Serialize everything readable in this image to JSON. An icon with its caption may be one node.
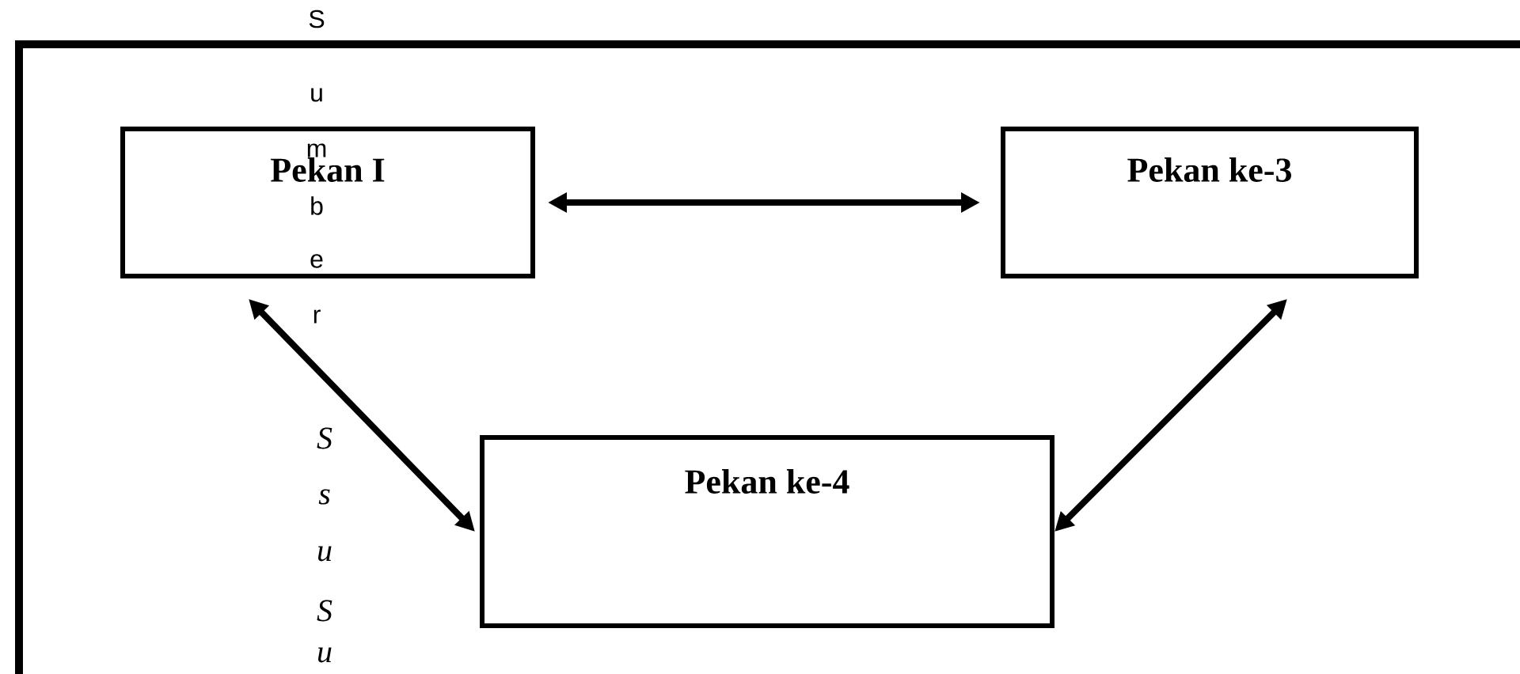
{
  "diagram": {
    "nodes": [
      {
        "text": [
          "Pekan I"
        ]
      },
      {
        "text": [
          "Pekan ke-3"
        ]
      },
      {
        "text": [
          "Pekan ke-4"
        ]
      }
    ],
    "edges": [
      {
        "from": 0,
        "to": 1,
        "arrow": "both"
      },
      {
        "from": 0,
        "to": 2,
        "arrow": "both"
      },
      {
        "from": 1,
        "to": 2,
        "arrow": "both"
      }
    ],
    "labels": [
      "S",
      "u",
      "m",
      "b",
      "e",
      "r",
      "S",
      "s",
      "u",
      "S",
      "u"
    ]
  }
}
